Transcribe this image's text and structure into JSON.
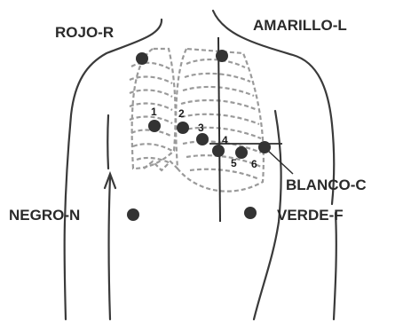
{
  "labels": {
    "rojo": "ROJO-R",
    "amarillo": "AMARILLO-L",
    "blanco": "BLANCO-C",
    "negro": "NEGRO-N",
    "verde": "VERDE-F"
  },
  "precordial_numbers": [
    "1",
    "2",
    "3",
    "4",
    "5",
    "6"
  ],
  "colors": {
    "ink": "#2a2a2a",
    "electrode": "#333333",
    "ribs": "#9a9a9a"
  }
}
